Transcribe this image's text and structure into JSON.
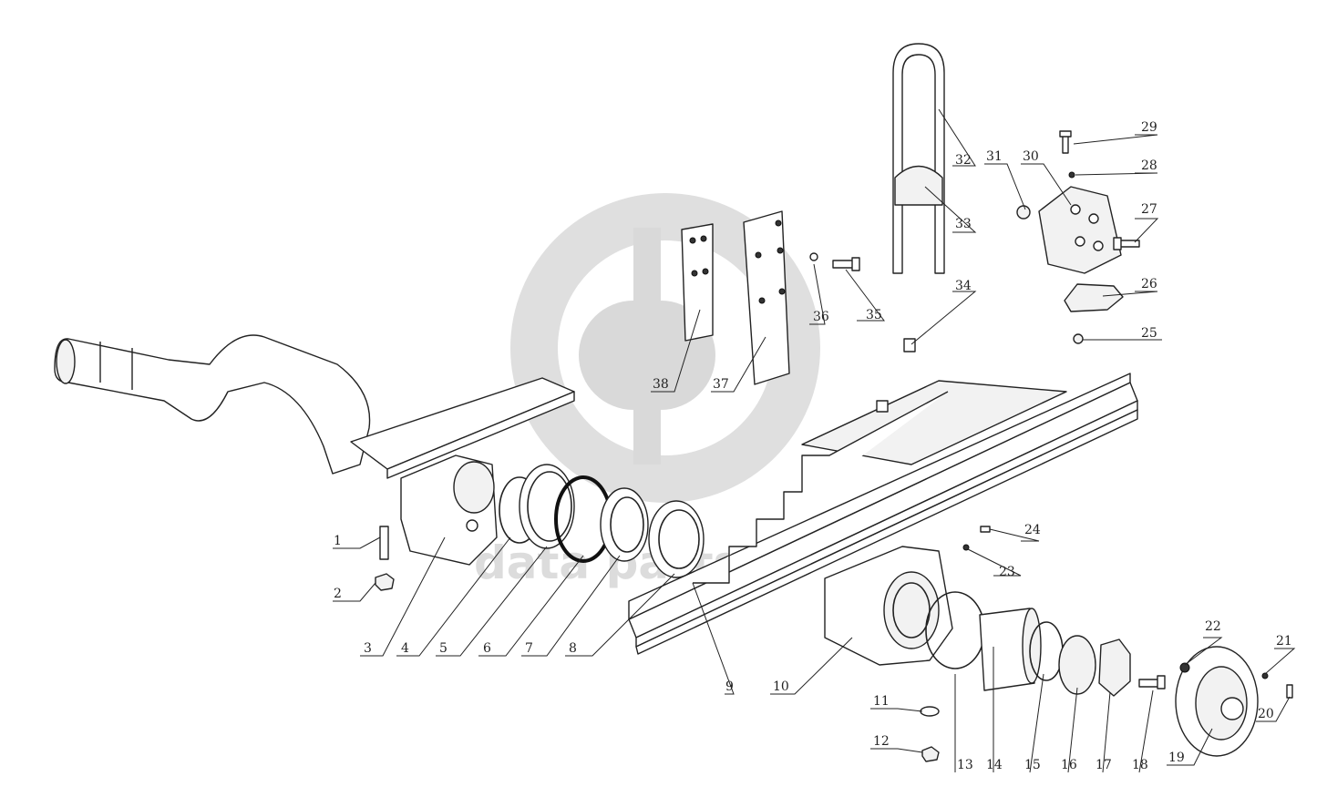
{
  "watermark": {
    "text": "data parts",
    "color": "#d9d9d9"
  },
  "callouts": [
    {
      "id": "1",
      "label": "1"
    },
    {
      "id": "2",
      "label": "2"
    },
    {
      "id": "3",
      "label": "3"
    },
    {
      "id": "4",
      "label": "4"
    },
    {
      "id": "5",
      "label": "5"
    },
    {
      "id": "6",
      "label": "6"
    },
    {
      "id": "7",
      "label": "7"
    },
    {
      "id": "8",
      "label": "8"
    },
    {
      "id": "9",
      "label": "9"
    },
    {
      "id": "10",
      "label": "10"
    },
    {
      "id": "11",
      "label": "11"
    },
    {
      "id": "12",
      "label": "12"
    },
    {
      "id": "13",
      "label": "13"
    },
    {
      "id": "14",
      "label": "14"
    },
    {
      "id": "15",
      "label": "15"
    },
    {
      "id": "16",
      "label": "16"
    },
    {
      "id": "17",
      "label": "17"
    },
    {
      "id": "18",
      "label": "18"
    },
    {
      "id": "19",
      "label": "19"
    },
    {
      "id": "20",
      "label": "20"
    },
    {
      "id": "21",
      "label": "21"
    },
    {
      "id": "22",
      "label": "22"
    },
    {
      "id": "23",
      "label": "23"
    },
    {
      "id": "24",
      "label": "24"
    },
    {
      "id": "25",
      "label": "25"
    },
    {
      "id": "26",
      "label": "26"
    },
    {
      "id": "27",
      "label": "27"
    },
    {
      "id": "28",
      "label": "28"
    },
    {
      "id": "29",
      "label": "29"
    },
    {
      "id": "30",
      "label": "30"
    },
    {
      "id": "31",
      "label": "31"
    },
    {
      "id": "32",
      "label": "32"
    },
    {
      "id": "33",
      "label": "33"
    },
    {
      "id": "34",
      "label": "34"
    },
    {
      "id": "35",
      "label": "35"
    },
    {
      "id": "36",
      "label": "36"
    },
    {
      "id": "37",
      "label": "37"
    },
    {
      "id": "38",
      "label": "38"
    }
  ]
}
